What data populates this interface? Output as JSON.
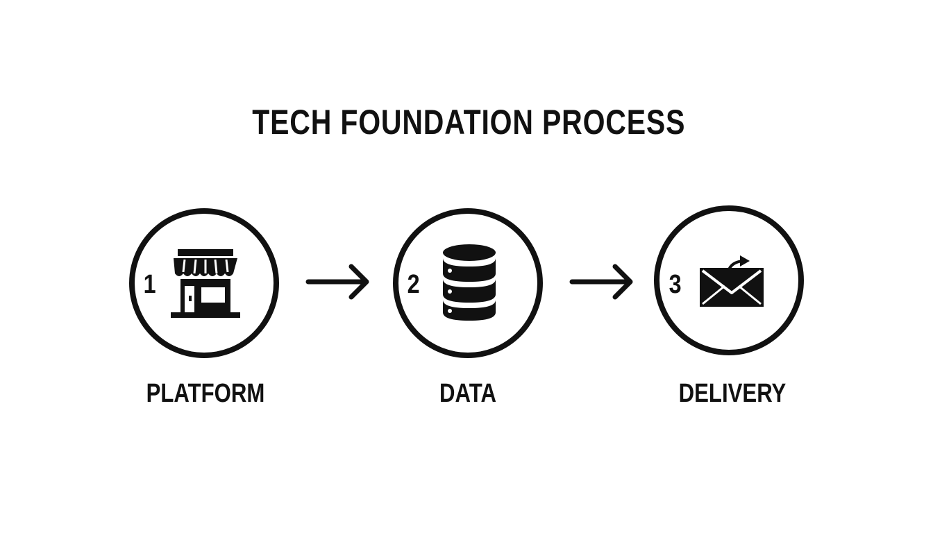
{
  "diagram": {
    "title": "TECH FOUNDATION PROCESS",
    "steps": [
      {
        "number": "1",
        "label": "PLATFORM",
        "icon": "storefront-icon"
      },
      {
        "number": "2",
        "label": "DATA",
        "icon": "database-icon"
      },
      {
        "number": "3",
        "label": "DELIVERY",
        "icon": "envelope-send-icon"
      }
    ],
    "connectors": [
      "arrow-right-icon",
      "arrow-right-icon"
    ],
    "colors": {
      "ink": "#111111",
      "background": "#ffffff"
    }
  }
}
